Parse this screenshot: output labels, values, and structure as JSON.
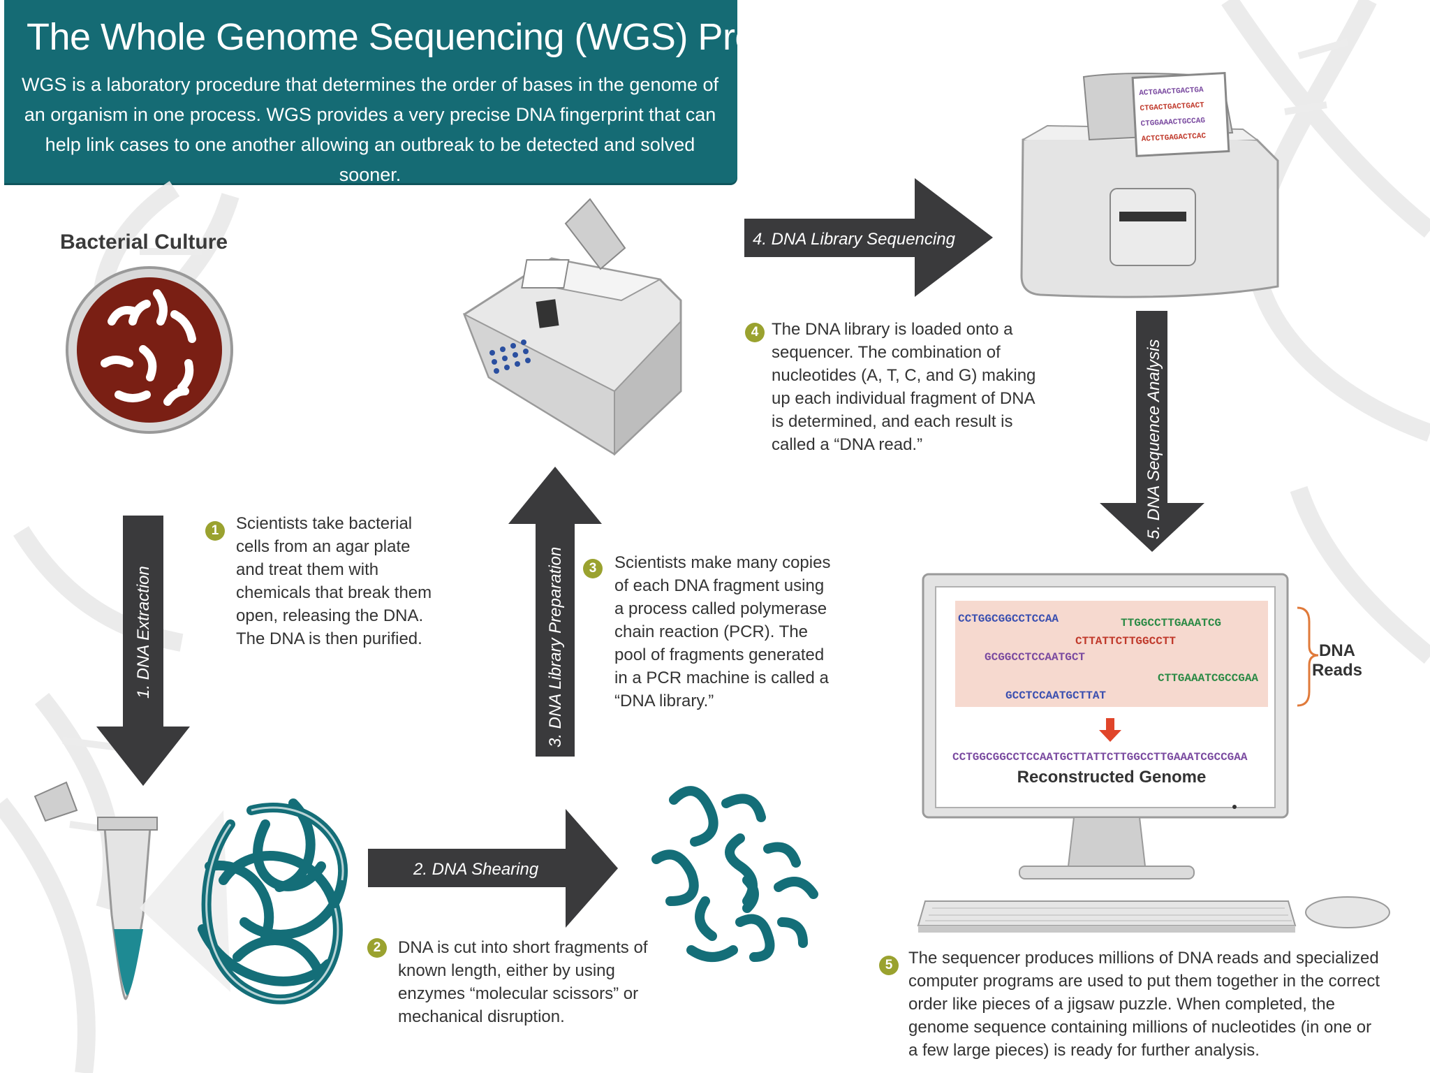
{
  "header": {
    "title": "The Whole Genome Sequencing (WGS) Process",
    "subtitle": "WGS is a laboratory procedure that determines the order of bases in the genome of an organism in one process. WGS provides a very precise DNA fingerprint that can help link cases to one another allowing an outbreak to be detected and solved sooner."
  },
  "culture_label": "Bacterial Culture",
  "arrows": {
    "extraction": "1. DNA Extraction",
    "shearing": "2. DNA Shearing",
    "library_prep": "3. DNA Library Preparation",
    "library_seq": "4. DNA Library Sequencing",
    "analysis": "5. DNA Sequence Analysis"
  },
  "steps": [
    {
      "num": "1",
      "text": "Scientists take bacterial cells from an agar plate and treat them with chemicals that break them open, releasing the DNA. The DNA is then purified."
    },
    {
      "num": "2",
      "text": "DNA is cut into short fragments of known length, either by using enzymes “molecular scissors” or mechanical disruption."
    },
    {
      "num": "3",
      "text": "Scientists make many copies of each DNA fragment using a process called polymerase chain reaction (PCR). The pool of fragments generated in a PCR machine is called a “DNA library.”"
    },
    {
      "num": "4",
      "text": "The DNA library is loaded onto a sequencer. The combination of nucleotides (A, T, C, and G) making up each individual fragment of DNA is determined, and each result is called a “DNA read.”"
    },
    {
      "num": "5",
      "text": "The sequencer produces millions of DNA reads and specialized computer programs are used to put them together in the correct order like pieces of a jigsaw puzzle. When completed, the genome sequence containing millions of nucleotides (in one or a few large pieces) is ready for further analysis."
    }
  ],
  "sequencer_screen": [
    "ACTGAACTGACTGA",
    "CTGACTGACTGACT",
    "CTGGAAACTGCCAG",
    "ACTCTGAGACTCAC"
  ],
  "monitor": {
    "reads": [
      "CCTGGCGGCCTCCAA",
      "TTGGCCTTGAAATCG",
      "CTTATTCTTGGCCTT",
      "GCGGCCTCCAATGCT",
      "CTTGAAATCGCCGAA",
      "GCCTCCAATGCTTAT"
    ],
    "genome": "CCTGGCGGCCTCCAATGCTTATTCTTGGCCTTGAAATCGCCGAA",
    "genome_label": "Reconstructed Genome",
    "reads_label_1": "DNA",
    "reads_label_2": "Reads"
  },
  "colors": {
    "header_bg": "#156b74",
    "dna_teal": "#146e78",
    "arrow_dark": "#3a3a3c",
    "badge": "#9aa22f",
    "culture_red": "#7a1f14",
    "reads_bg": "#f6d9cf"
  }
}
